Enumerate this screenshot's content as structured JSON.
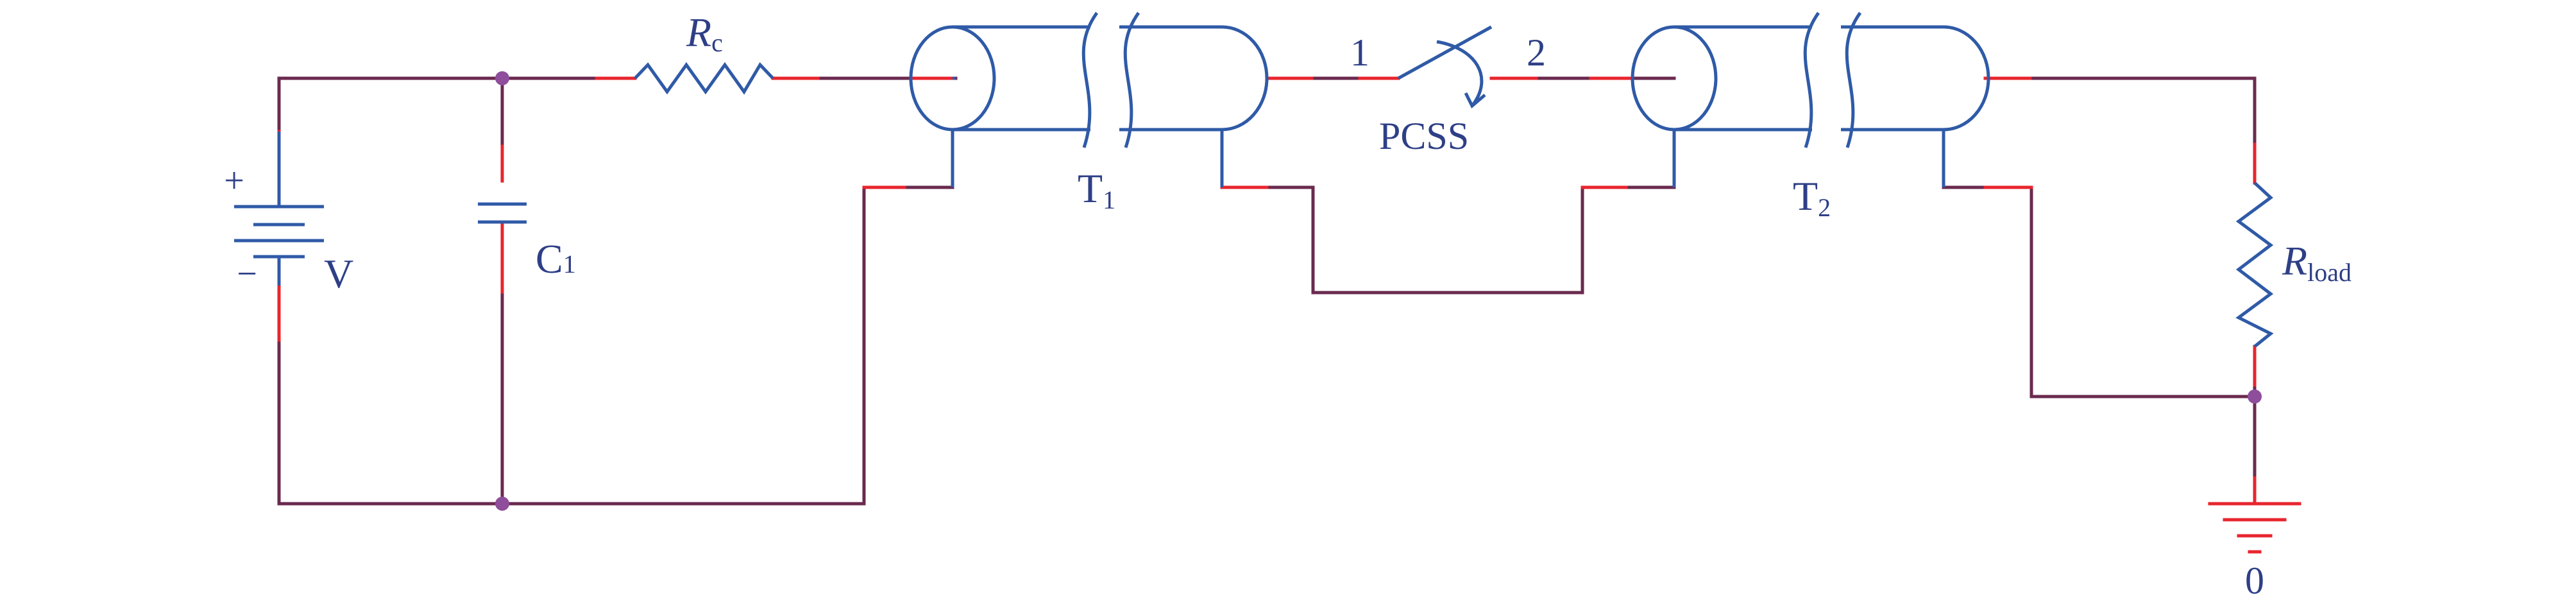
{
  "labels": {
    "rc_letter": "R",
    "rc_sub": "c",
    "c1_main": "C",
    "c1_sub": "1",
    "v": "V",
    "plus": "+",
    "minus": "−",
    "t1_main": "T",
    "t1_sub": "1",
    "t2_main": "T",
    "t2_sub": "2",
    "node1": "1",
    "node2": "2",
    "pcss": "PCSS",
    "rload_letter": "R",
    "rload_sub": "load",
    "ground": "0"
  },
  "colors": {
    "wire": "#6a2a4e",
    "component": "#2f5aa7",
    "lead": "#e8252e",
    "node": "#8e4e9b",
    "text": "#2e3f86"
  }
}
